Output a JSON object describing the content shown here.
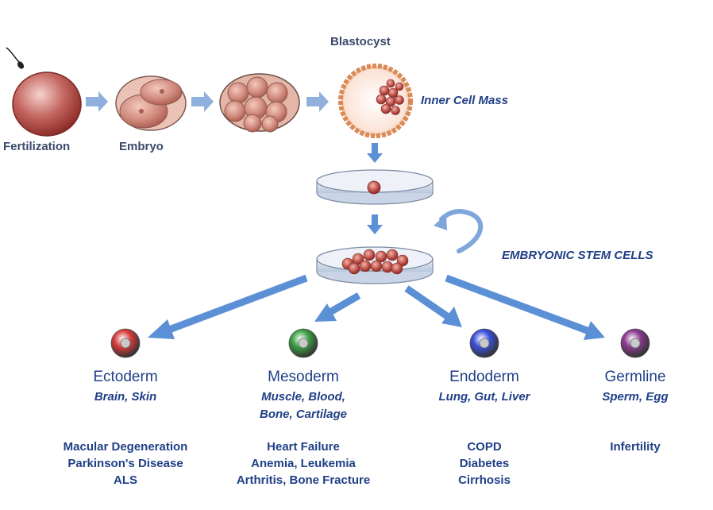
{
  "top_labels": {
    "blastocyst": "Blastocyst",
    "fertilization": "Fertilization",
    "embryo": "Embryo",
    "inner_cell_mass": "Inner Cell Mass",
    "embryonic_stem_cells": "EMBRYONIC STEM CELLS"
  },
  "germ_layers": [
    {
      "name": "Ectoderm",
      "tissues": [
        "Brain, Skin"
      ],
      "diseases": [
        "Macular Degeneration",
        "Parkinson's Disease",
        "ALS"
      ],
      "color": "#d93a3a"
    },
    {
      "name": "Mesoderm",
      "tissues": [
        "Muscle, Blood,",
        "Bone, Cartilage"
      ],
      "diseases": [
        "Heart Failure",
        "Anemia, Leukemia",
        "Arthritis, Bone Fracture"
      ],
      "color": "#3aa043"
    },
    {
      "name": "Endoderm",
      "tissues": [
        "Lung, Gut, Liver"
      ],
      "diseases": [
        "COPD",
        "Diabetes",
        "Cirrhosis"
      ],
      "color": "#3a4fd9"
    },
    {
      "name": "Germline",
      "tissues": [
        "Sperm, Egg"
      ],
      "diseases": [
        "Infertility"
      ],
      "color": "#8a3a8f"
    }
  ],
  "colors": {
    "arrow": "#5b8fd6",
    "text": "#1f3f86",
    "cell": "#b94a45"
  }
}
